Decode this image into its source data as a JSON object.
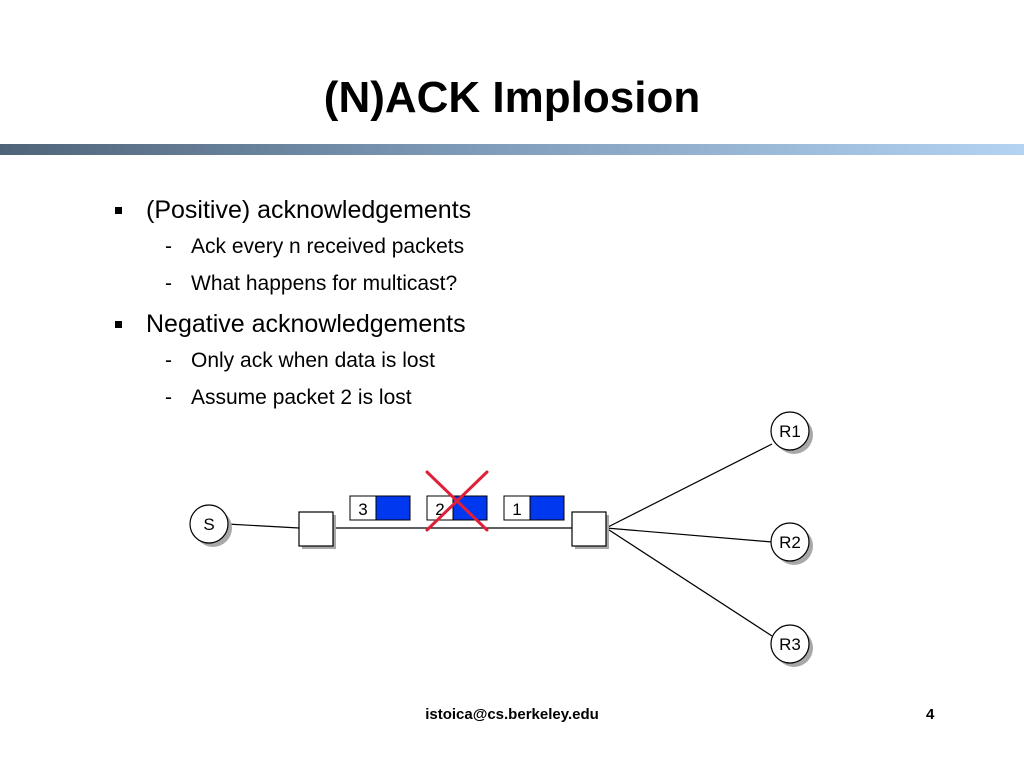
{
  "slide": {
    "title": "(N)ACK Implosion",
    "bullets": [
      {
        "text": "(Positive) acknowledgements",
        "children": [
          "Ack every n received packets",
          "What happens for multicast?"
        ]
      },
      {
        "text": "Negative acknowledgements",
        "children": [
          "Only ack when data is lost",
          "Assume packet 2 is lost"
        ]
      }
    ],
    "sub_marker": "-"
  },
  "diagram": {
    "sender": "S",
    "receivers": [
      "R1",
      "R2",
      "R3"
    ],
    "packets": [
      "3",
      "2",
      "1"
    ],
    "lost_packet": "2"
  },
  "colors": {
    "packet_payload": "#0038f0",
    "lost_mark": "#e0203a",
    "title_bar_start": "#4f6478",
    "title_bar_end": "#b4d2f2"
  },
  "footer": {
    "email": "istoica@cs.berkeley.edu",
    "page": "4"
  }
}
